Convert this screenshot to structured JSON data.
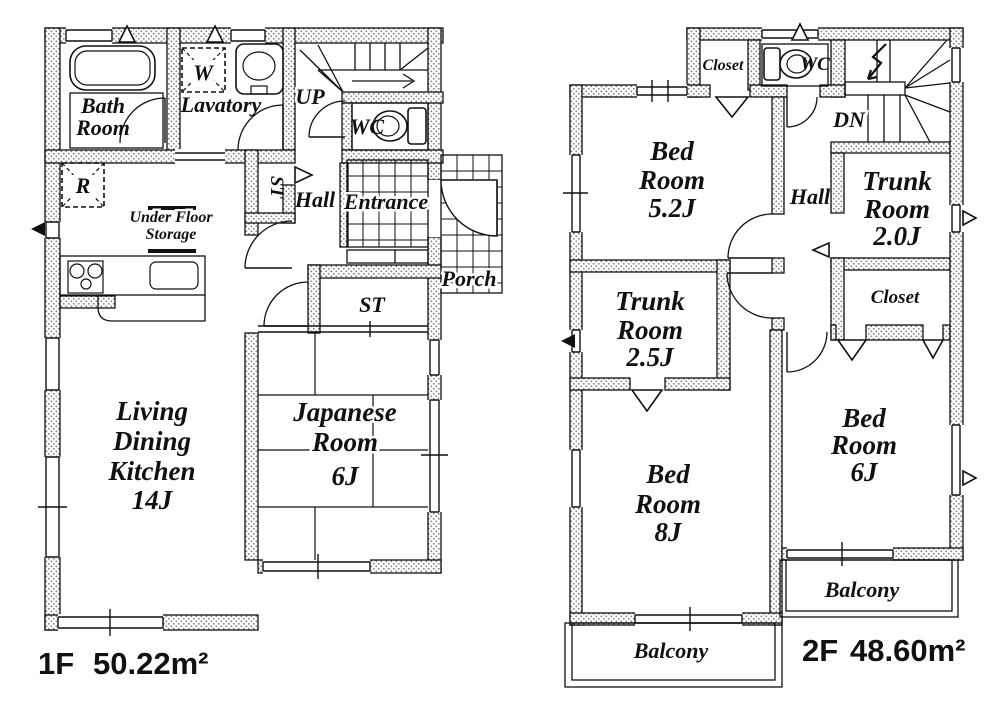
{
  "colors": {
    "ink": "#111111",
    "wall_dot": "#8a8a8a",
    "background": "#ffffff"
  },
  "floor1": {
    "floor_label": "1F",
    "area": "50.22m²",
    "bath": [
      "Bath",
      "Room"
    ],
    "lavatory": "Lavatory",
    "washer_mark": "W",
    "fridge_mark": "R",
    "stairs_up": "UP",
    "wc": "WC",
    "storage_niche": "ST",
    "hall": "Hall",
    "entrance": "Entrance",
    "porch": "Porch",
    "under_floor": [
      "Under Floor",
      "Storage"
    ],
    "storage_closet": "ST",
    "ldk": [
      "Living",
      "Dining",
      "Kitchen",
      "14J"
    ],
    "japanese": [
      "Japanese",
      "Room",
      "6J"
    ]
  },
  "floor2": {
    "floor_label": "2F",
    "area": "48.60m²",
    "closet_top": "Closet",
    "wc": "WC",
    "stairs_down": "DN",
    "bed52": [
      "Bed",
      "Room",
      "5.2J"
    ],
    "hall": "Hall",
    "trunk20": [
      "Trunk",
      "Room",
      "2.0J"
    ],
    "closet_mid": "Closet",
    "trunk25": [
      "Trunk",
      "Room",
      "2.5J"
    ],
    "bed8": [
      "Bed",
      "Room",
      "8J"
    ],
    "bed6": [
      "Bed",
      "Room",
      "6J"
    ],
    "balcony_left": "Balcony",
    "balcony_right": "Balcony"
  }
}
